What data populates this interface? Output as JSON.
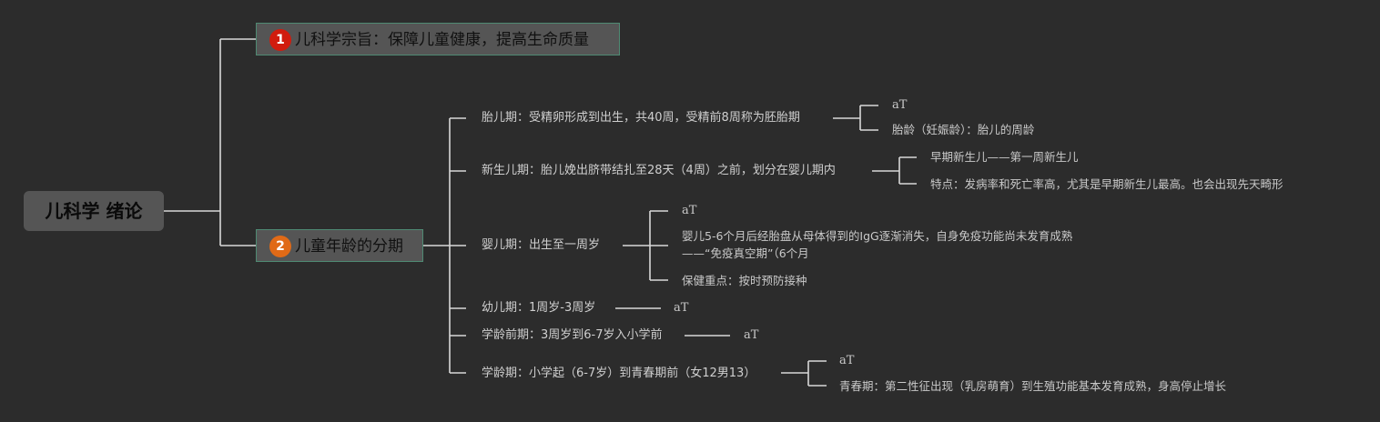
{
  "root": {
    "label": "儿科学 绪论"
  },
  "purpose": {
    "badge": "1",
    "badge_color": "#d11c0e",
    "label": "儿科学宗旨：保障儿童健康，提高生命质量"
  },
  "periods": {
    "badge": "2",
    "badge_color": "#e06a17",
    "label": "儿童年龄的分期",
    "fetal": {
      "label": "胎儿期：受精卵形成到出生，共40周，受精前8周称为胚胎期",
      "child_1": "aT",
      "child_2": "胎龄（妊娠龄）：胎儿的周龄"
    },
    "neonatal": {
      "label": "新生儿期：胎儿娩出脐带结扎至28天（4周）之前，划分在婴儿期内",
      "child_1": "早期新生儿——第一周新生儿",
      "child_2": "特点：发病率和死亡率高，尤其是早期新生儿最高。也会出现先天畸形"
    },
    "infant": {
      "label": "婴儿期：出生至一周岁",
      "child_1": "aT",
      "child_2_line1": "婴儿5-6个月后经胎盘从母体得到的IgG逐渐消失，自身免疫功能尚未发育成熟",
      "child_2_line2": "——“免疫真空期”（6个月",
      "child_3": "保健重点：按时预防接种"
    },
    "toddler": {
      "label": "幼儿期：1周岁-3周岁",
      "child_1": "aT"
    },
    "preschool": {
      "label": "学龄前期：3周岁到6-7岁入小学前",
      "child_1": "aT"
    },
    "school": {
      "label": "学龄期：小学起（6-7岁）到青春期前（女12男13）",
      "child_1": "aT",
      "child_2": "青春期：第二性征出现（乳房萌育）到生殖功能基本发育成熟，身高停止增长"
    }
  }
}
